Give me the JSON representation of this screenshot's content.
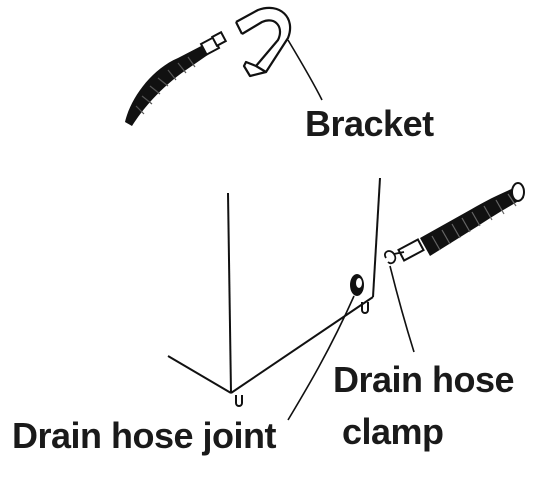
{
  "labels": {
    "bracket": "Bracket",
    "drain_hose_clamp_line1": "Drain hose",
    "drain_hose_clamp_line2": "clamp",
    "drain_hose_joint": "Drain hose joint"
  },
  "colors": {
    "ink": "#1a1a1a",
    "background": "#ffffff"
  }
}
